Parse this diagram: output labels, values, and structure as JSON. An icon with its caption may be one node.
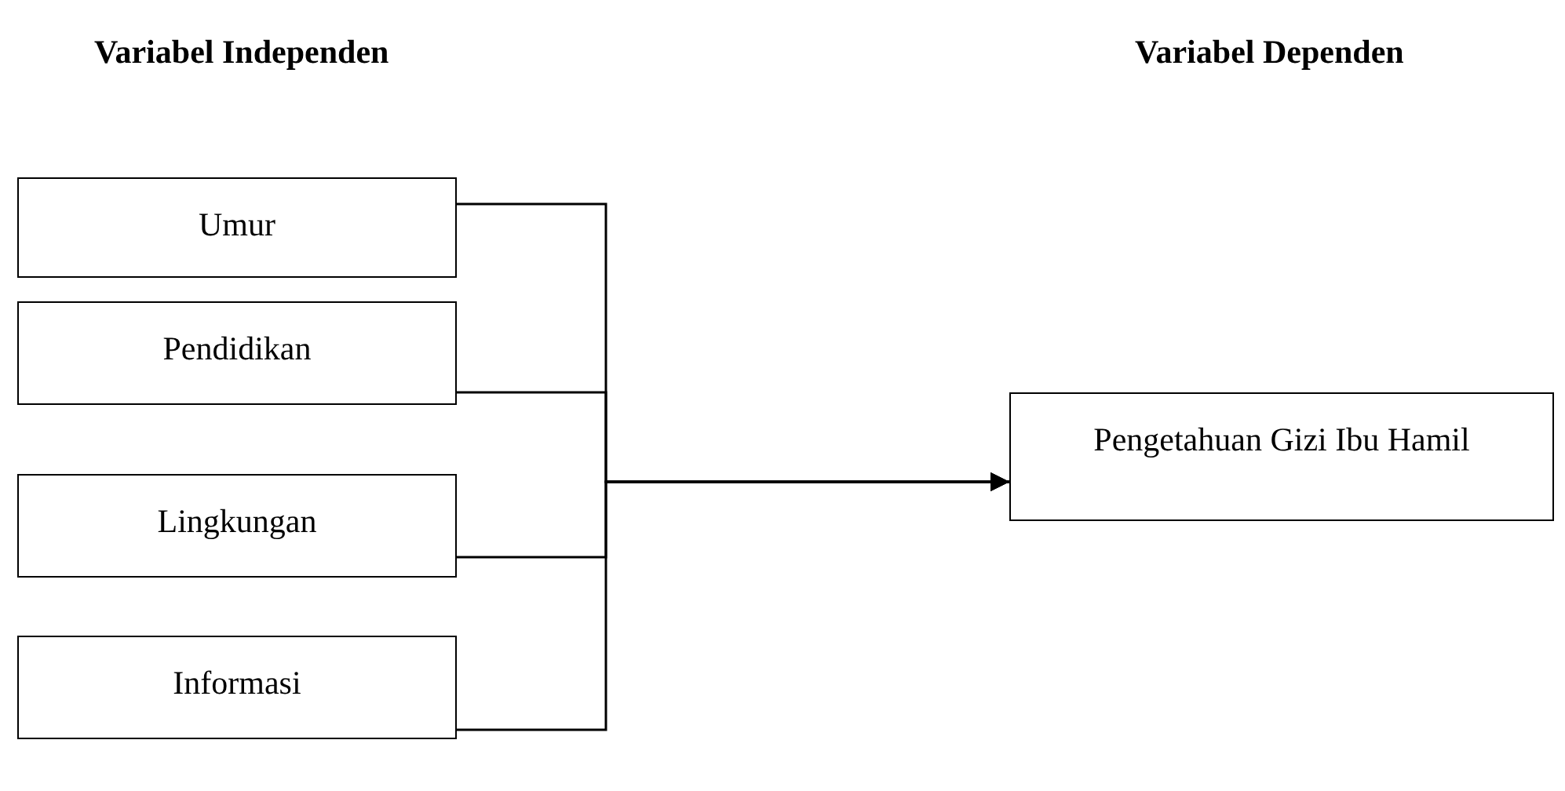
{
  "diagram": {
    "nodes": [
      {
        "text": [
          "Umur"
        ]
      },
      {
        "text": [
          "Pendidikan"
        ]
      },
      {
        "text": [
          "Lingkungan"
        ]
      },
      {
        "text": [
          "Informasi"
        ]
      },
      {
        "text": [
          "Pengetahuan Gizi Ibu Hamil"
        ]
      }
    ],
    "edges": [
      {
        "from": 0,
        "to": 4,
        "arrow": "to"
      },
      {
        "from": 1,
        "to": 4,
        "arrow": "to"
      },
      {
        "from": 2,
        "to": 4,
        "arrow": "to"
      },
      {
        "from": 3,
        "to": 4,
        "arrow": "to"
      }
    ],
    "labels": [
      "Variabel Independen",
      "Variabel Dependen"
    ]
  }
}
